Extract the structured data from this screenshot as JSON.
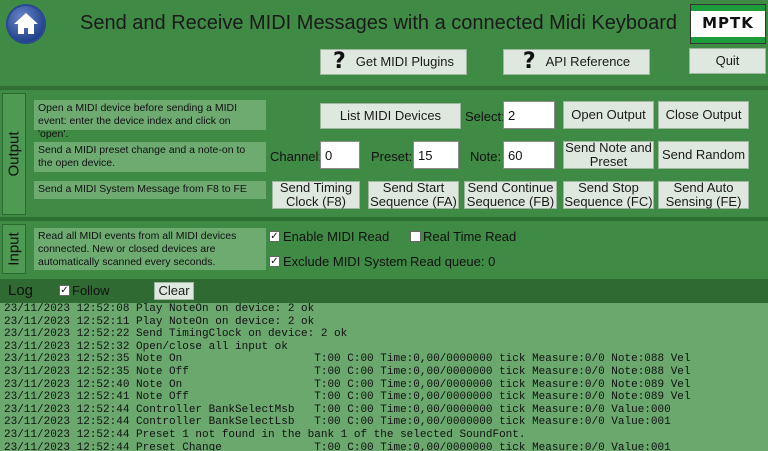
{
  "header": {
    "title": "Send and Receive MIDI Messages with a connected Midi Keyboard",
    "logo_text": "MPTK",
    "get_plugins_label": "Get MIDI Plugins",
    "api_reference_label": "API Reference",
    "quit_label": "Quit"
  },
  "output": {
    "section_label": "Output",
    "note1": "Open a MIDI device before sending a MIDI event: enter the device index and click on 'open'.",
    "note2": "Send a MIDI preset change and a note-on to the open device.",
    "note3": "Send a MIDI System Message from F8 to FE",
    "list_devices_label": "List MIDI Devices",
    "select_label": "Select:",
    "select_value": "2",
    "open_output_label": "Open Output",
    "close_output_label": "Close Output",
    "channel_label": "Channel:",
    "channel_value": "0",
    "preset_label": "Preset:",
    "preset_value": "15",
    "note_label": "Note:",
    "note_value": "60",
    "send_note_preset_label": "Send Note and Preset",
    "send_random_label": "Send Random",
    "sys_buttons": [
      "Send Timing Clock (F8)",
      "Send Start Sequence (FA)",
      "Send Continue Sequence (FB)",
      "Send Stop Sequence (FC)",
      "Send Auto Sensing (FE)"
    ]
  },
  "input": {
    "section_label": "Input",
    "note": "Read all MIDI events from all MIDI devices connected. New or closed devices are automatically scanned every seconds.",
    "enable_midi_read_label": "Enable MIDI Read",
    "enable_midi_read_checked": true,
    "real_time_read_label": "Real Time Read",
    "real_time_read_checked": false,
    "exclude_midi_system_label": "Exclude MIDI System",
    "exclude_midi_system_checked": true,
    "read_queue_label": "Read queue: 0"
  },
  "log": {
    "title": "Log",
    "follow_label": "Follow",
    "follow_checked": true,
    "clear_label": "Clear",
    "lines": [
      "23/11/2023 12:52:08 Play NoteOn on device: 2 ok",
      "23/11/2023 12:52:11 Play NoteOn on device: 2 ok",
      "23/11/2023 12:52:22 Send TimingClock on device: 2 ok",
      "23/11/2023 12:52:32 Open/close all input ok",
      "23/11/2023 12:52:35 Note On                    T:00 C:00 Time:0,00/0000000 tick Measure:0/0 Note:088 Vel",
      "23/11/2023 12:52:35 Note Off                   T:00 C:00 Time:0,00/0000000 tick Measure:0/0 Note:088 Vel",
      "23/11/2023 12:52:40 Note On                    T:00 C:00 Time:0,00/0000000 tick Measure:0/0 Note:089 Vel",
      "23/11/2023 12:52:41 Note Off                   T:00 C:00 Time:0,00/0000000 tick Measure:0/0 Note:089 Vel",
      "23/11/2023 12:52:44 Controller BankSelectMsb   T:00 C:00 Time:0,00/0000000 tick Measure:0/0 Value:000",
      "23/11/2023 12:52:44 Controller BankSelectLsb   T:00 C:00 Time:0,00/0000000 tick Measure:0/0 Value:001",
      "23/11/2023 12:52:44 Preset 1 not found in the bank 1 of the selected SoundFont.",
      "23/11/2023 12:52:44 Preset Change              T:00 C:00 Time:0,00/0000000 tick Measure:0/0 Value:001"
    ]
  }
}
